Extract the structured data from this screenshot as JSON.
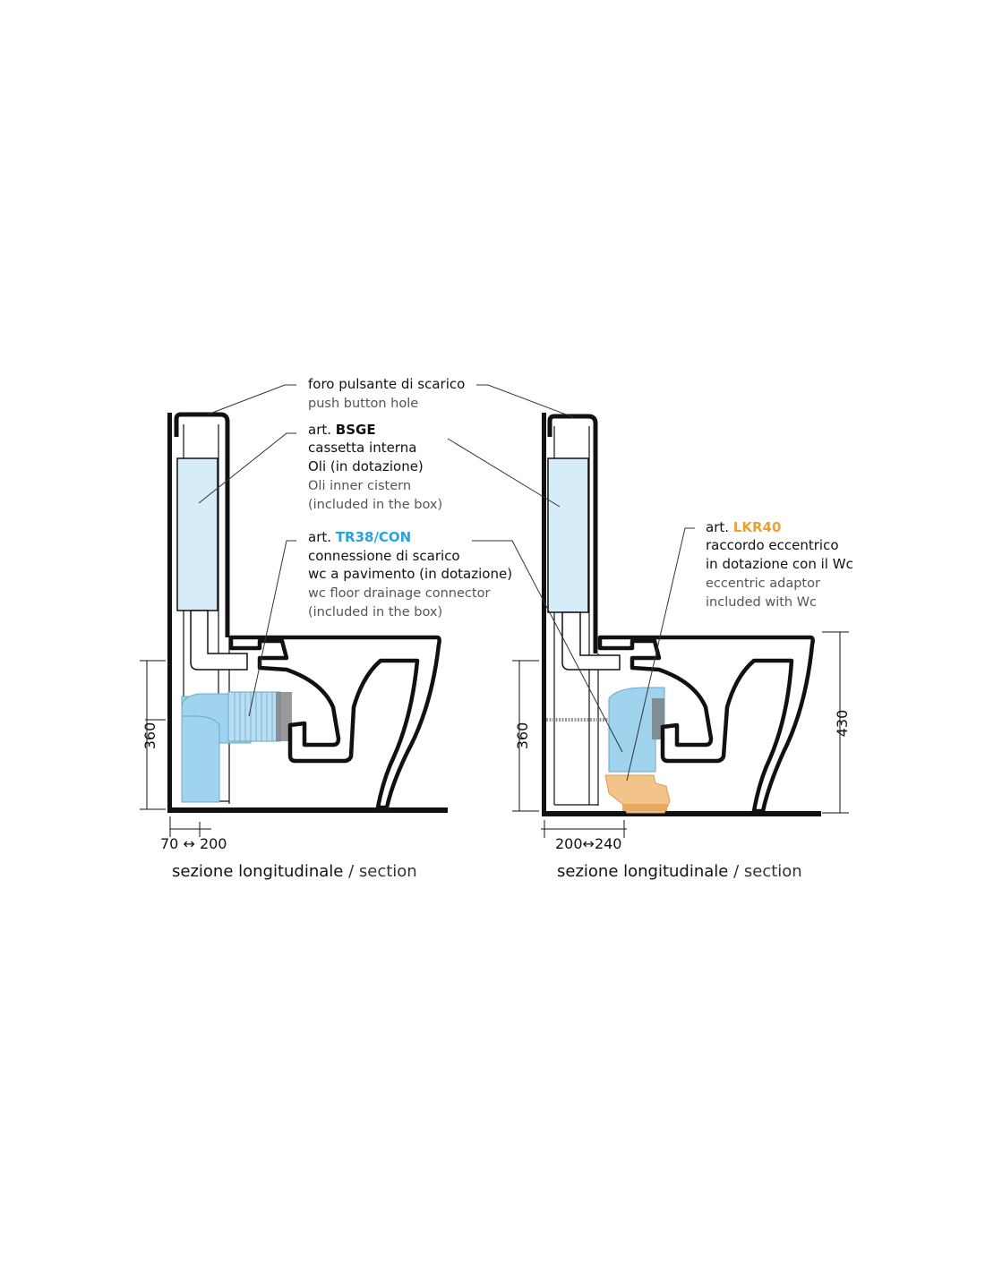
{
  "colors": {
    "outline": "#111111",
    "cistern_fill": "#d6ecf8",
    "pipe_fill": "#9fd3ee",
    "accent_blue": "#29a3dc",
    "accent_orange": "#f0a030",
    "adapter_fill": "#f3c48a",
    "leader": "#333333"
  },
  "left_figure": {
    "label_push": {
      "it": "foro pulsante di scarico",
      "en": "push button hole"
    },
    "label_cistern": {
      "prefix": "art. ",
      "code": "BSGE",
      "it1": "cassetta interna",
      "it2": "Oli (in dotazione)",
      "en1": "Oli inner cistern",
      "en2": "(included in the box)"
    },
    "label_connector": {
      "prefix": "art. ",
      "code": "TR38/CON",
      "it1": "connessione di scarico",
      "it2": "wc a pavimento (in dotazione)",
      "en1": "wc floor drainage connector",
      "en2": "(included in the box)"
    },
    "dim_height": "360",
    "dim_horizontal": "70 ↔ 200",
    "caption_it": "sezione longitudinale",
    "caption_sep": " / ",
    "caption_en": "section"
  },
  "right_figure": {
    "label_adapter": {
      "prefix": "art. ",
      "code": "LKR40",
      "it1": "raccordo eccentrico",
      "it2": "in dotazione con il Wc",
      "en1": "eccentric adaptor",
      "en2": "included with Wc"
    },
    "dim_height_left": "360",
    "dim_height_right": "430",
    "dim_horizontal": "200↔240",
    "caption_it": "sezione longitudinale",
    "caption_sep": " / ",
    "caption_en": "section"
  }
}
